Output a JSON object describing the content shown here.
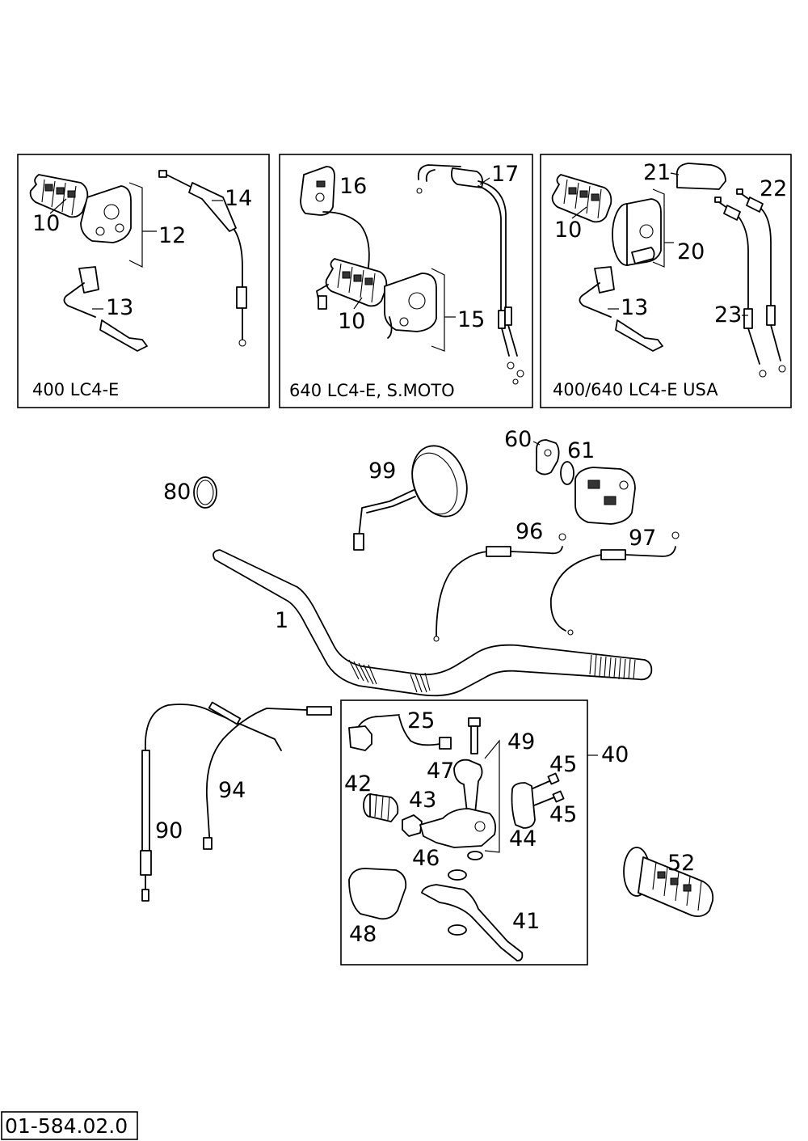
{
  "panels": [
    {
      "caption": "400 LC4-E",
      "labels": [
        "10",
        "12",
        "13",
        "14"
      ]
    },
    {
      "caption": "640 LC4-E, S.MOTO",
      "labels": [
        "16",
        "17",
        "10",
        "15"
      ]
    },
    {
      "caption": "400/640 LC4-E USA",
      "labels": [
        "21",
        "22",
        "10",
        "20",
        "13",
        "23"
      ]
    }
  ],
  "main_labels": {
    "p1": "1",
    "p60": "60",
    "p61": "61",
    "p80": "80",
    "p99": "99",
    "p96": "96",
    "p97": "97",
    "p90": "90",
    "p94": "94",
    "p52": "52"
  },
  "clutch_group": {
    "group_label": "40",
    "labels": {
      "p25": "25",
      "p49": "49",
      "p45a": "45",
      "p47": "47",
      "p42": "42",
      "p43": "43",
      "p45b": "45",
      "p44": "44",
      "p46": "46",
      "p41": "41",
      "p48": "48"
    }
  },
  "reference_code": "01-584.02.0"
}
